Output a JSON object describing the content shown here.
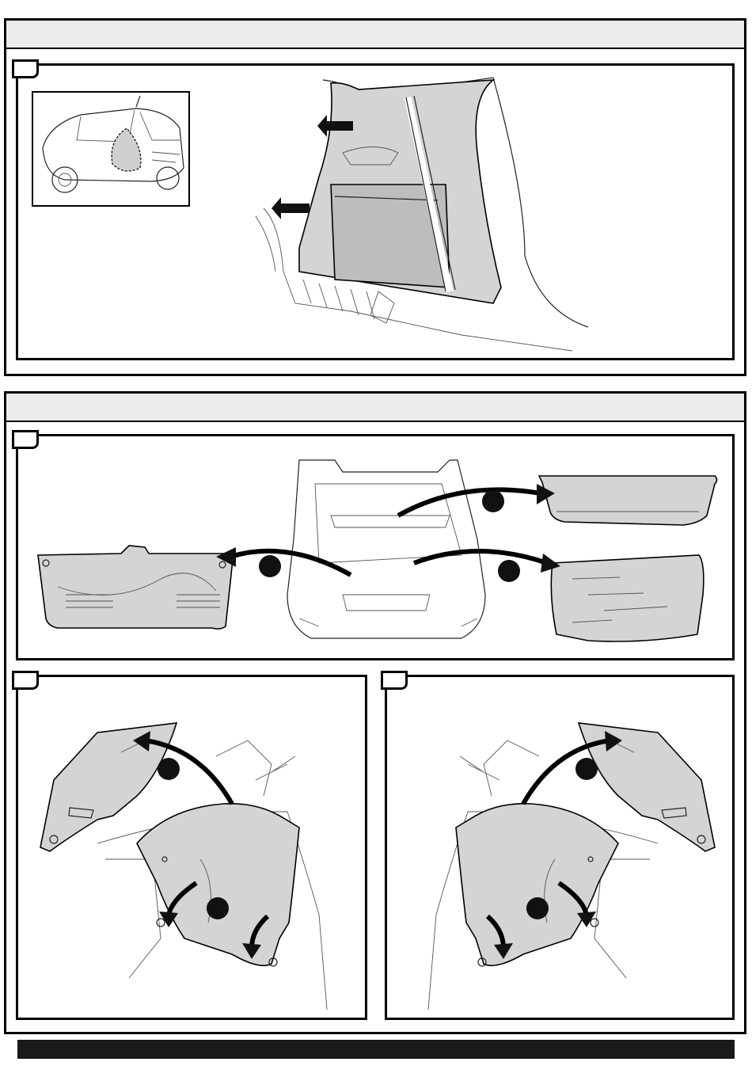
{
  "document": {
    "sections": [
      {
        "id": "section-1",
        "header_text": ""
      },
      {
        "id": "section-2",
        "header_text": ""
      }
    ],
    "steps": [
      {
        "id": "step-1",
        "number": ""
      },
      {
        "id": "step-2",
        "number": ""
      },
      {
        "id": "step-3",
        "number": ""
      },
      {
        "id": "step-4",
        "number": ""
      }
    ],
    "footer_text": ""
  },
  "colors": {
    "outline": "#000000",
    "header_fill": "#ececec",
    "part_fill": "#d4d4d4",
    "footer_bar": "#1a1a1a",
    "marker": "#111111"
  }
}
